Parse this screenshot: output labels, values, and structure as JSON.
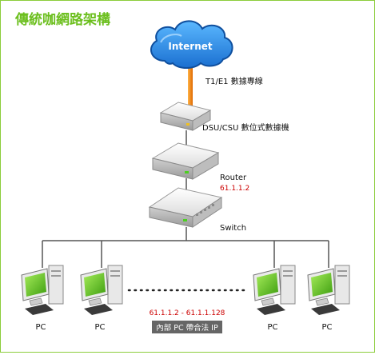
{
  "title": "傳統咖網路架構",
  "cloud_label": "Internet",
  "link_label": "T1/E1 數據專線",
  "dsu_label": "DSU/CSU 數位式數據機",
  "router_label": "Router",
  "router_ip": "61.1.1.2",
  "switch_label": "Switch",
  "pc_labels": [
    "PC",
    "PC",
    "PC",
    "PC"
  ],
  "ip_range": "61.1.1.2 - 61.1.1.128",
  "ip_note": "內部 PC 帶合法 IP",
  "colors": {
    "title": "#6cbf1e",
    "frame": "#8ccd3c",
    "cloud": "#2f8fe0",
    "cloud_dark": "#1565b8",
    "cable": "#f08a1c",
    "accent_red": "#cc0000",
    "screen_green": "#5fc41a"
  }
}
